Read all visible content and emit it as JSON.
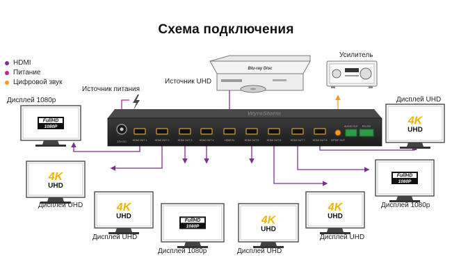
{
  "title": "Схема подключения",
  "legend": [
    {
      "label": "HDMI",
      "color": "#7b2f8e"
    },
    {
      "label": "Питание",
      "color": "#c0209a"
    },
    {
      "label": "Цифровой звук",
      "color": "#f39a28"
    }
  ],
  "labels": {
    "power_source": "Источник питания",
    "source_uhd": "Источник UHD",
    "amplifier": "Усилитель",
    "display_tl": "Дисплей 1080p",
    "display_tr": "Дисплей UHD",
    "display_ml": "Дисплей UHD",
    "display_mr": "Дисплей 1080p",
    "display_b1": "Дисплей UHD",
    "display_b2": "Дисплей 1080p",
    "display_b3": "Дисплей UHD",
    "display_b4": "Дисплей UHD"
  },
  "screen_badges": {
    "fullhd_top": "FullHD",
    "fullhd_bottom": "1080P",
    "uhd_top": "4K",
    "uhd_bottom": "UHD"
  },
  "device": {
    "brand": "WyreStorm",
    "disc_text": "Blu-ray Disc",
    "ports": [
      "HDMI OUT 1",
      "HDMI OUT 2",
      "HDMI OUT 3",
      "HDMI OUT 4",
      "HDMI IN",
      "HDMI OUT 5",
      "HDMI OUT 6",
      "HDMI OUT 7",
      "HDMI OUT 8",
      "S/PDIF OUT",
      "AUDIO OUT",
      "RS-232"
    ],
    "power_port": "12V DC"
  },
  "colors": {
    "hdmi": "#7b2f8e",
    "power": "#c0209a",
    "audio": "#f39a28",
    "device_body": "#2b2b2b"
  }
}
